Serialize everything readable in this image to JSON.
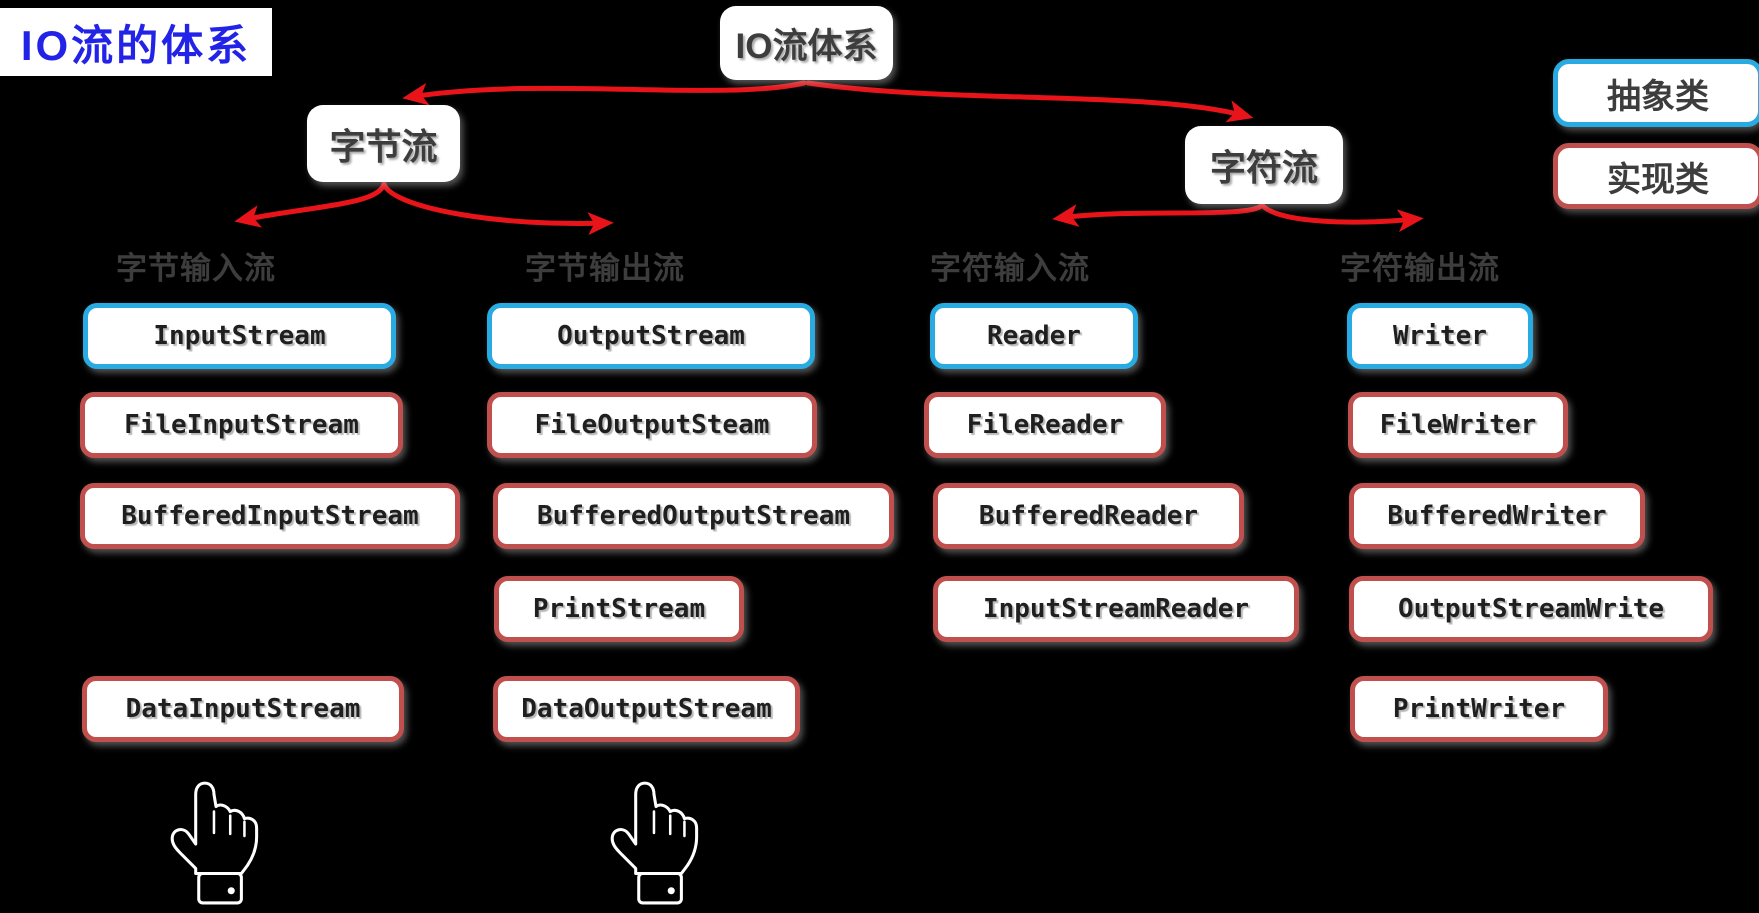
{
  "title": "IO流的体系",
  "root_label": "IO流体系",
  "branch_byte": "字节流",
  "branch_char": "字符流",
  "legend": {
    "abstract_label": "抽象类",
    "impl_label": "实现类"
  },
  "columns": [
    {
      "header": "字节输入流",
      "abstract": "InputStream",
      "impls": [
        "FileInputStream",
        "BufferedInputStream",
        "DataInputStream"
      ]
    },
    {
      "header": "字节输出流",
      "abstract": "OutputStream",
      "impls": [
        "FileOutputSteam",
        "BufferedOutputStream",
        "PrintStream",
        "DataOutputStream"
      ]
    },
    {
      "header": "字符输入流",
      "abstract": "Reader",
      "impls": [
        "FileReader",
        "BufferedReader",
        "InputStreamReader"
      ]
    },
    {
      "header": "字符输出流",
      "abstract": "Writer",
      "impls": [
        "FileWriter",
        "BufferedWriter",
        "OutputStreamWrite",
        "PrintWriter"
      ]
    }
  ],
  "icons": {
    "hand_left": "pointing-hand",
    "hand_right": "pointing-hand"
  },
  "colors": {
    "background": "#000000",
    "box_fill": "#ffffff",
    "abstract_border": "#29abe2",
    "impl_border": "#c0504d",
    "arrow": "#e8141a",
    "title_text": "#2323e8",
    "label_text": "#3d3d3d"
  }
}
